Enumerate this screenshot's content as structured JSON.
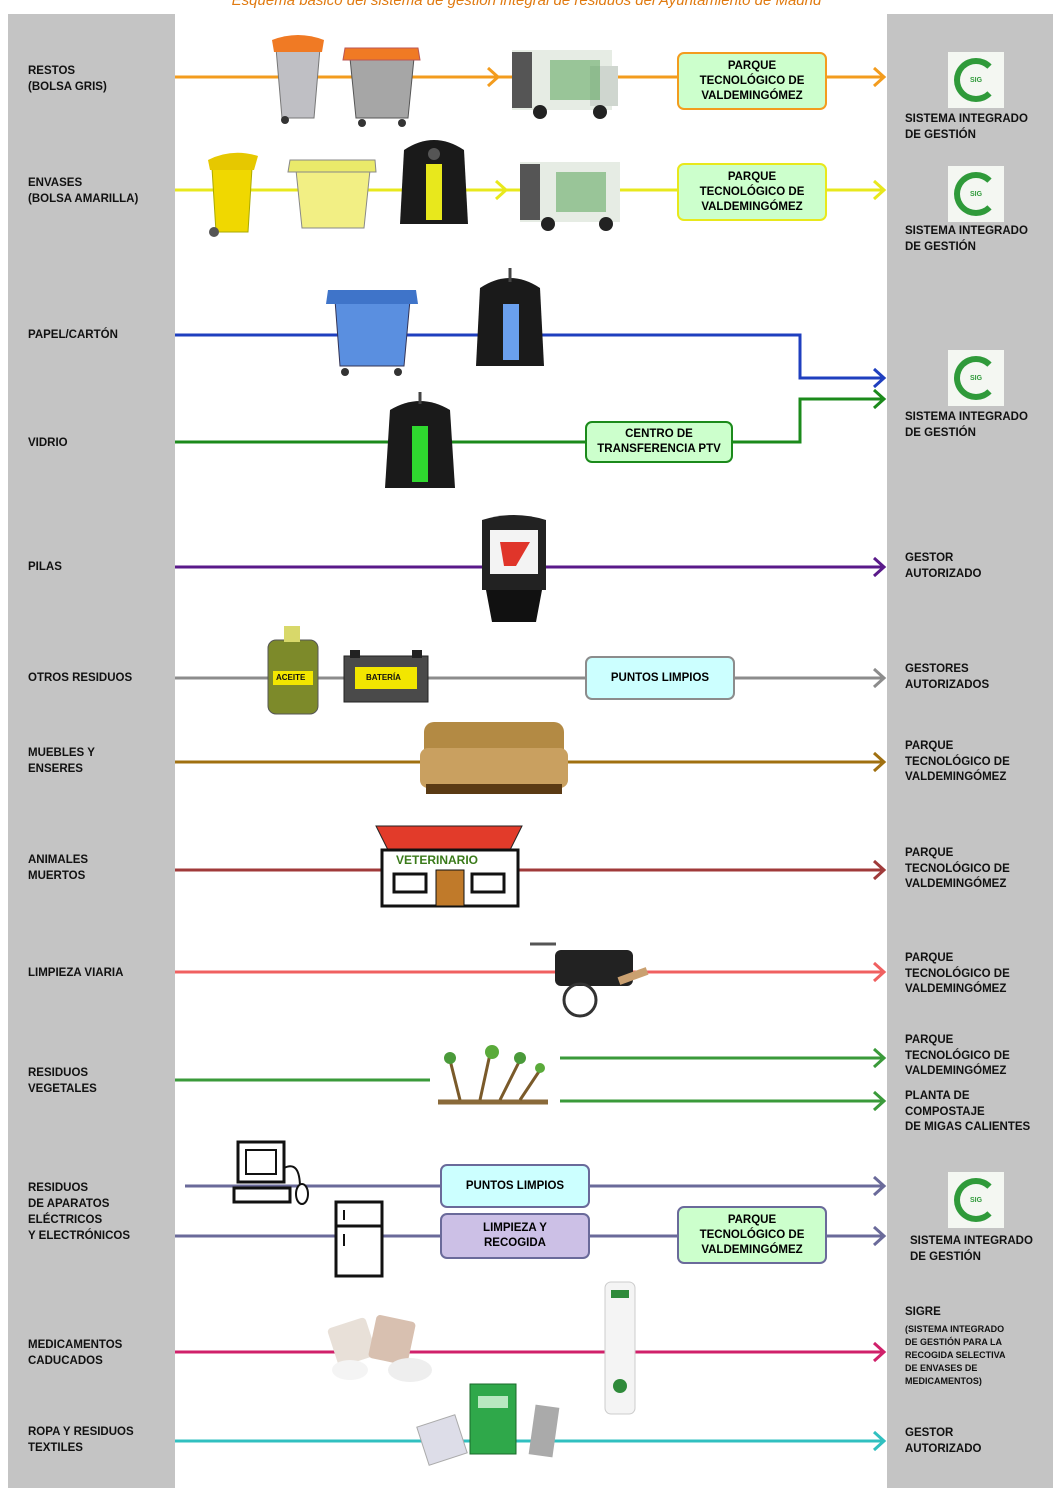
{
  "title": "Esquema básico del sistema de gestión integral de residuos del Ayuntamiento de Madrid",
  "colors": {
    "title": "#e07a10",
    "side_column": "#c4c4c4",
    "restos": "#f39c1e",
    "envases": "#e8e81c",
    "papel": "#1f3fbf",
    "vidrio": "#1b8a1b",
    "pilas": "#5a1a8a",
    "otros": "#8c8c8c",
    "muebles": "#a07010",
    "animales": "#a03a3a",
    "limpieza": "#f06060",
    "vegetales": "#3a9a3a",
    "raee": "#6a6a9a",
    "medicamentos": "#d0206a",
    "ropa": "#30c0c0"
  },
  "rows": [
    {
      "id": "restos",
      "label": "RESTOS\n(BOLSA GRIS)",
      "dest": "SISTEMA INTEGRADO\nDE GESTIÓN",
      "icons": [
        "grey-bin-small-icon",
        "grey-container-icon",
        "garbage-truck-icon",
        "sig-recycle-icon"
      ]
    },
    {
      "id": "envases",
      "label": "ENVASES\n(BOLSA AMARILLA)",
      "dest": "SISTEMA INTEGRADO\nDE GESTIÓN",
      "icons": [
        "yellow-bin-small-icon",
        "yellow-container-icon",
        "yellow-igloo-icon",
        "garbage-truck-icon",
        "sig-recycle-icon"
      ]
    },
    {
      "id": "papel",
      "label": "PAPEL/CARTÓN",
      "icons": [
        "blue-container-icon",
        "blue-igloo-icon"
      ]
    },
    {
      "id": "vidrio",
      "label": "VIDRIO",
      "dest": "SISTEMA INTEGRADO\nDE GESTIÓN",
      "icons": [
        "green-igloo-icon",
        "sig-recycle-icon"
      ]
    },
    {
      "id": "pilas",
      "label": "PILAS",
      "dest": "GESTOR\nAUTORIZADO",
      "icons": [
        "battery-collector-icon"
      ]
    },
    {
      "id": "otros",
      "label": "OTROS RESIDUOS",
      "dest": "GESTORES\nAUTORIZADOS",
      "icons": [
        "oil-bottle-icon",
        "car-battery-icon"
      ]
    },
    {
      "id": "muebles",
      "label": "MUEBLES Y\nENSERES",
      "dest": "PARQUE\nTECNOLÓGICO DE\nVALDEMINGÓMEZ",
      "icons": [
        "sofa-icon"
      ]
    },
    {
      "id": "animales",
      "label": "ANIMALES\nMUERTOS",
      "dest": "PARQUE\nTECNOLÓGICO DE\nVALDEMINGÓMEZ",
      "icons": [
        "vet-clinic-icon"
      ]
    },
    {
      "id": "limpieza",
      "label": "LIMPIEZA VIARIA",
      "dest": "PARQUE\nTECNOLÓGICO DE\nVALDEMINGÓMEZ",
      "icons": [
        "street-cart-icon"
      ]
    },
    {
      "id": "vegetales",
      "label": "RESIDUOS\nVEGETALES",
      "dest": "PARQUE\nTECNOLÓGICO DE\nVALDEMINGÓMEZ",
      "dest2": "PLANTA DE\nCOMPOSTAJE\nDE MIGAS CALIENTES",
      "icons": [
        "branches-icon"
      ]
    },
    {
      "id": "raee",
      "label": "RESIDUOS\nDE APARATOS\nELÉCTRICOS\nY ELECTRÓNICOS",
      "dest": "SISTEMA INTEGRADO\nDE GESTIÓN",
      "icons": [
        "computer-icon",
        "fridge-icon",
        "sig-recycle-icon"
      ]
    },
    {
      "id": "medicamentos",
      "label": "MEDICAMENTOS\nCADUCADOS",
      "dest": "SIGRE",
      "dest_note": "(SISTEMA INTEGRADO\nDE GESTIÓN PARA LA\nRECOGIDA SELECTIVA\nDE ENVASES DE\nMEDICAMENTOS)",
      "icons": [
        "medicines-icon",
        "sigre-point-icon"
      ]
    },
    {
      "id": "ropa",
      "label": "ROPA Y RESIDUOS\nTEXTILES",
      "dest": "GESTOR\nAUTORIZADO",
      "icons": [
        "clothes-icon",
        "textile-container-icon"
      ]
    }
  ],
  "boxes": {
    "parque": "PARQUE\nTECNOLÓGICO DE\nVALDEMINGÓMEZ",
    "ptv": "CENTRO DE\nTRANSFERENCIA PTV",
    "puntos_limpios": "PUNTOS LIMPIOS",
    "limpieza_recogida": "LIMPIEZA Y\nRECOGIDA"
  },
  "icon_text": {
    "aceite": "ACEITE",
    "bateria": "BATERÍA",
    "veterinario": "VETERINARIO",
    "sig": "SIG"
  }
}
